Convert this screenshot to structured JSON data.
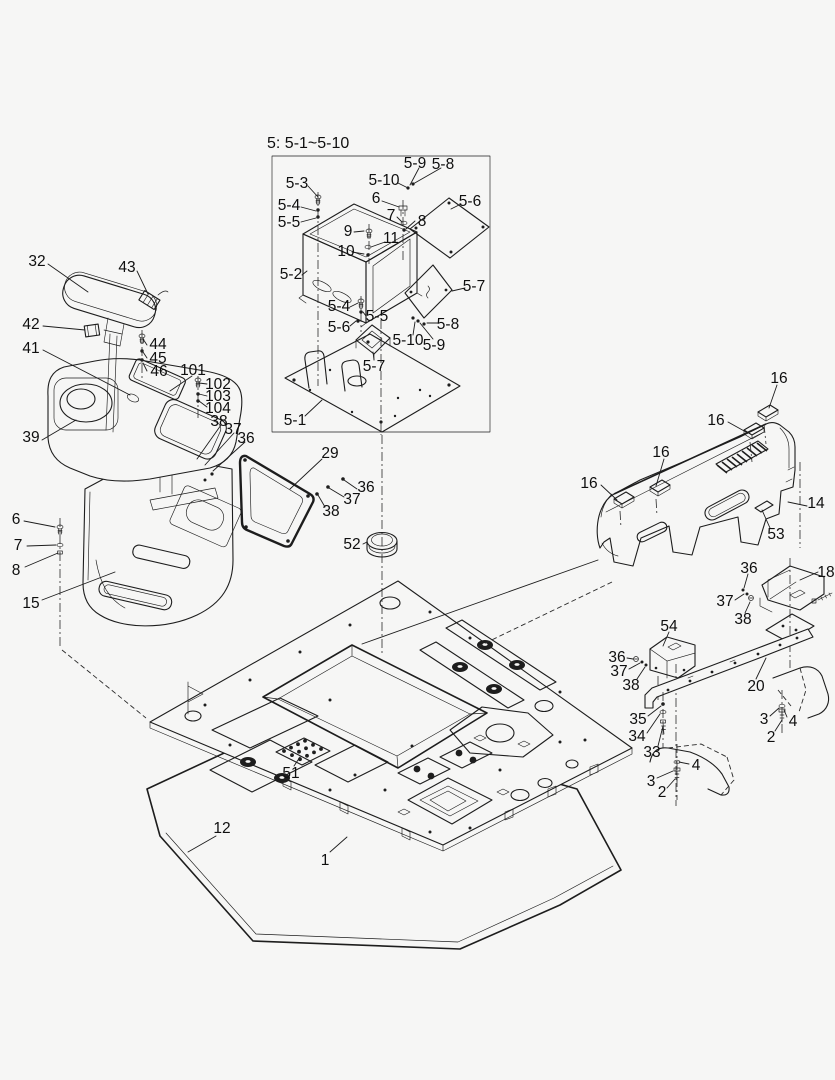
{
  "diagram": {
    "kind": "exploded-parts-diagram",
    "subject": "operator console, control box and cab floor plate assembly",
    "background_color": "#f6f6f5",
    "line_color": "#1d1d1d"
  },
  "detail_box": {
    "title": "5: 5-1~5-10",
    "contains": [
      "5-1",
      "5-2",
      "5-3",
      "5-4",
      "5-5",
      "5-6",
      "5-7",
      "5-8",
      "5-9",
      "5-10",
      "6",
      "7",
      "8",
      "9",
      "10",
      "11"
    ]
  },
  "part_numbers_visible": [
    "1",
    "2",
    "3",
    "4",
    "5-1",
    "5-2",
    "5-3",
    "5-4",
    "5-5",
    "5-6",
    "5-7",
    "5-8",
    "5-9",
    "5-10",
    "6",
    "7",
    "8",
    "9",
    "10",
    "11",
    "12",
    "14",
    "15",
    "16",
    "18",
    "20",
    "29",
    "32",
    "33",
    "34",
    "35",
    "36",
    "37",
    "38",
    "39",
    "41",
    "42",
    "43",
    "44",
    "45",
    "46",
    "51",
    "52",
    "53",
    "54",
    "101",
    "102",
    "103",
    "104"
  ],
  "callouts": [
    {
      "t": "5-3"
    },
    {
      "t": "5-9"
    },
    {
      "t": "5-8"
    },
    {
      "t": "5-10"
    },
    {
      "t": "5-4"
    },
    {
      "t": "6"
    },
    {
      "t": "7"
    },
    {
      "t": "8"
    },
    {
      "t": "5-6"
    },
    {
      "t": "5-5"
    },
    {
      "t": "9"
    },
    {
      "t": "11"
    },
    {
      "t": "10"
    },
    {
      "t": "5-2"
    },
    {
      "t": "5-7"
    },
    {
      "t": "5-4"
    },
    {
      "t": "5-5"
    },
    {
      "t": "5-6"
    },
    {
      "t": "5-8"
    },
    {
      "t": "5-10"
    },
    {
      "t": "5-9"
    },
    {
      "t": "5-7"
    },
    {
      "t": "5-1"
    },
    {
      "t": "32"
    },
    {
      "t": "43"
    },
    {
      "t": "42"
    },
    {
      "t": "41"
    },
    {
      "t": "44"
    },
    {
      "t": "45"
    },
    {
      "t": "46"
    },
    {
      "t": "101"
    },
    {
      "t": "102"
    },
    {
      "t": "103"
    },
    {
      "t": "104"
    },
    {
      "t": "38"
    },
    {
      "t": "37"
    },
    {
      "t": "36"
    },
    {
      "t": "39"
    },
    {
      "t": "6"
    },
    {
      "t": "7"
    },
    {
      "t": "8"
    },
    {
      "t": "15"
    },
    {
      "t": "29"
    },
    {
      "t": "36"
    },
    {
      "t": "37"
    },
    {
      "t": "38"
    },
    {
      "t": "52"
    },
    {
      "t": "16"
    },
    {
      "t": "16"
    },
    {
      "t": "16"
    },
    {
      "t": "16"
    },
    {
      "t": "14"
    },
    {
      "t": "53"
    },
    {
      "t": "18"
    },
    {
      "t": "36"
    },
    {
      "t": "37"
    },
    {
      "t": "38"
    },
    {
      "t": "54"
    },
    {
      "t": "36"
    },
    {
      "t": "37"
    },
    {
      "t": "38"
    },
    {
      "t": "20"
    },
    {
      "t": "35"
    },
    {
      "t": "34"
    },
    {
      "t": "33"
    },
    {
      "t": "3"
    },
    {
      "t": "4"
    },
    {
      "t": "2"
    },
    {
      "t": "4"
    },
    {
      "t": "3"
    },
    {
      "t": "2"
    },
    {
      "t": "51"
    },
    {
      "t": "12"
    },
    {
      "t": "1"
    }
  ]
}
